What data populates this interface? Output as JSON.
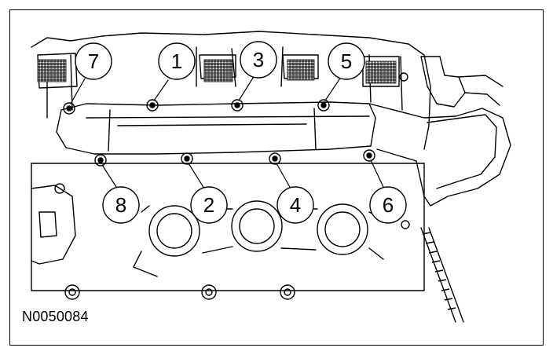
{
  "figure_id": "N0050084",
  "callouts": [
    {
      "id": "c7",
      "label": "7"
    },
    {
      "id": "c1",
      "label": "1"
    },
    {
      "id": "c3",
      "label": "3"
    },
    {
      "id": "c5",
      "label": "5"
    },
    {
      "id": "c8",
      "label": "8"
    },
    {
      "id": "c2",
      "label": "2"
    },
    {
      "id": "c4",
      "label": "4"
    },
    {
      "id": "c6",
      "label": "6"
    }
  ],
  "colors": {
    "line": "#000000",
    "background": "#ffffff",
    "hatch": "#000000"
  }
}
